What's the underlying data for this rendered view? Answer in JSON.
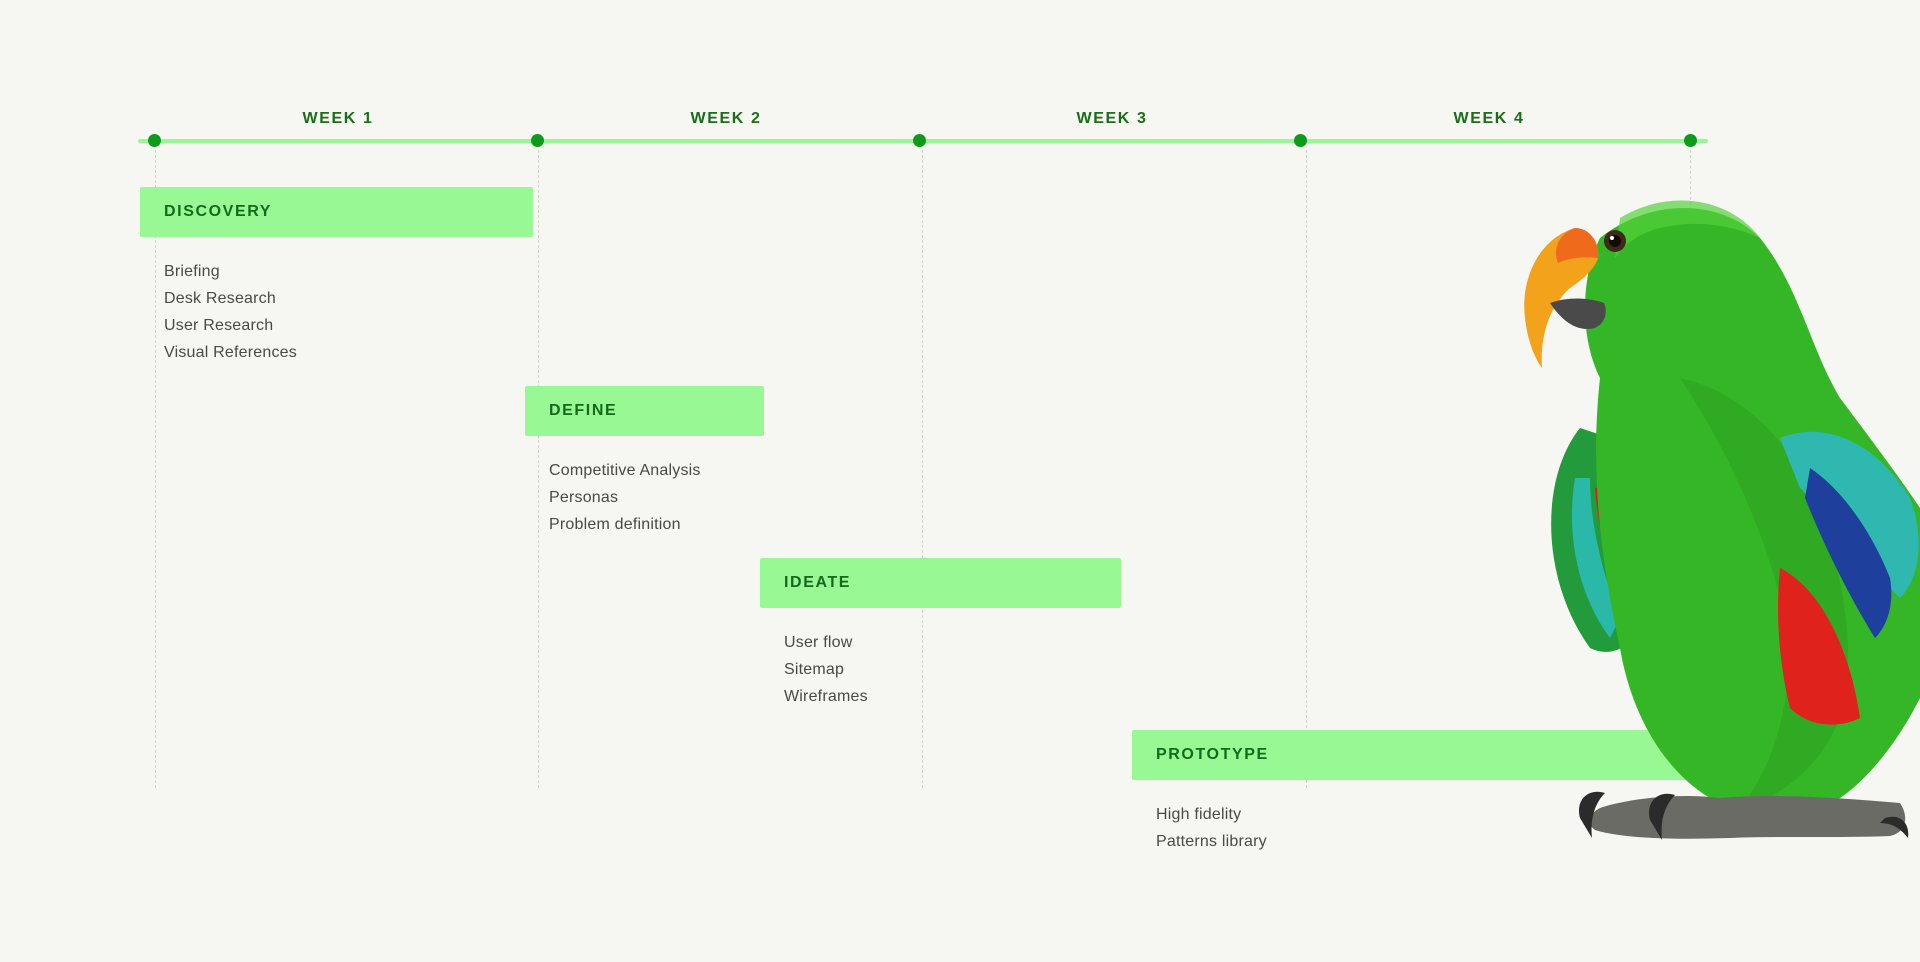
{
  "timeline": {
    "weeks": [
      "WEEK 1",
      "WEEK 2",
      "WEEK 3",
      "WEEK 4"
    ]
  },
  "phases": [
    {
      "title": "DISCOVERY",
      "tasks": [
        "Briefing",
        "Desk Research",
        "User Research",
        "Visual References"
      ]
    },
    {
      "title": "DEFINE",
      "tasks": [
        "Competitive Analysis",
        "Personas",
        "Problem definition"
      ]
    },
    {
      "title": "IDEATE",
      "tasks": [
        "User flow",
        "Sitemap",
        "Wireframes"
      ]
    },
    {
      "title": "PROTOTYPE",
      "tasks": [
        "High fidelity",
        "Patterns library"
      ]
    }
  ],
  "colors": {
    "background": "#f6f6f2",
    "timeline": "#98f994",
    "dot": "#0f9a1a",
    "phase_bar": "#98f994",
    "phase_text": "#15691a",
    "task_text": "#4a4a44"
  },
  "illustration": {
    "icon": "parrot-illustration"
  }
}
